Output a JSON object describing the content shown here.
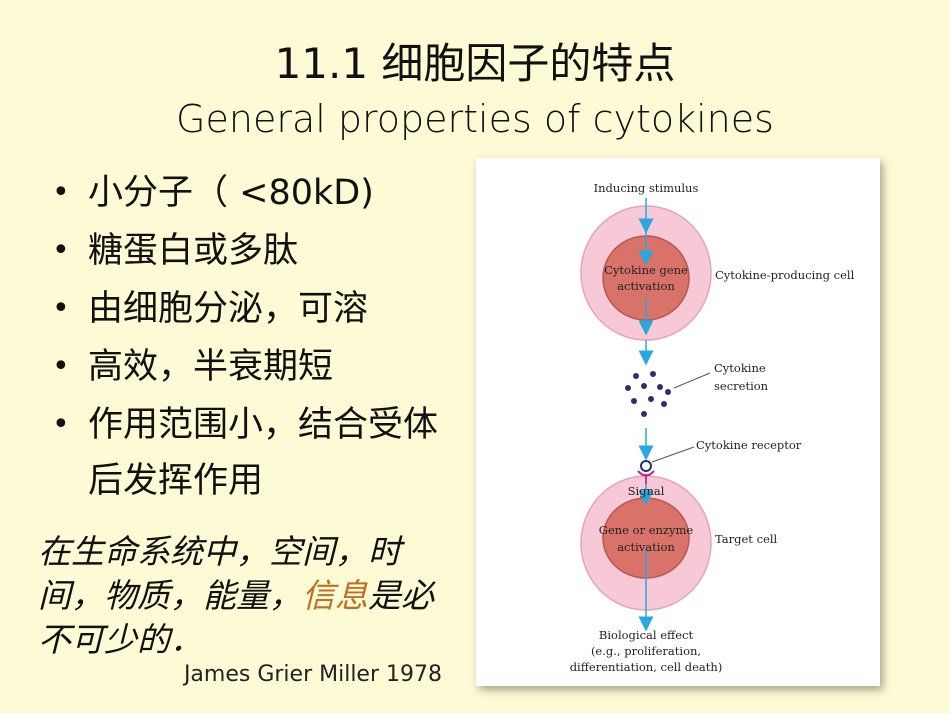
{
  "title": {
    "zh": "11.1  细胞因子的特点",
    "en": "General properties of cytokines"
  },
  "bullets": [
    "小分子（ <80kD)",
    "糖蛋白或多肽",
    "由细胞分泌，可溶",
    "高效，半衰期短",
    "作用范围小，结合受体后发挥作用"
  ],
  "quote": {
    "part1": "在生命系统中，空间，时间，物质，能量，",
    "highlight": "信息",
    "part2": "是必不可少的．",
    "author": "James Grier Miller  1978"
  },
  "figure": {
    "inducing_stimulus": "Inducing stimulus",
    "gene_activation_1": "Cytokine gene",
    "gene_activation_2": "activation",
    "producing_cell": "Cytokine-producing cell",
    "secretion_1": "Cytokine",
    "secretion_2": "secretion",
    "receptor": "Cytokine receptor",
    "signal": "Signal",
    "target_gene_1": "Gene or enzyme",
    "target_gene_2": "activation",
    "target_cell": "Target cell",
    "effect_1": "Biological effect",
    "effect_2": "(e.g., proliferation,",
    "effect_3": "differentiation, cell death)",
    "colors": {
      "cell_outer": "#f7c9d7",
      "cell_nucleus": "#d9736a",
      "arrow": "#29a8df",
      "cytokine_dot": "#2c2f6e",
      "receptor": "#c2188c"
    }
  }
}
